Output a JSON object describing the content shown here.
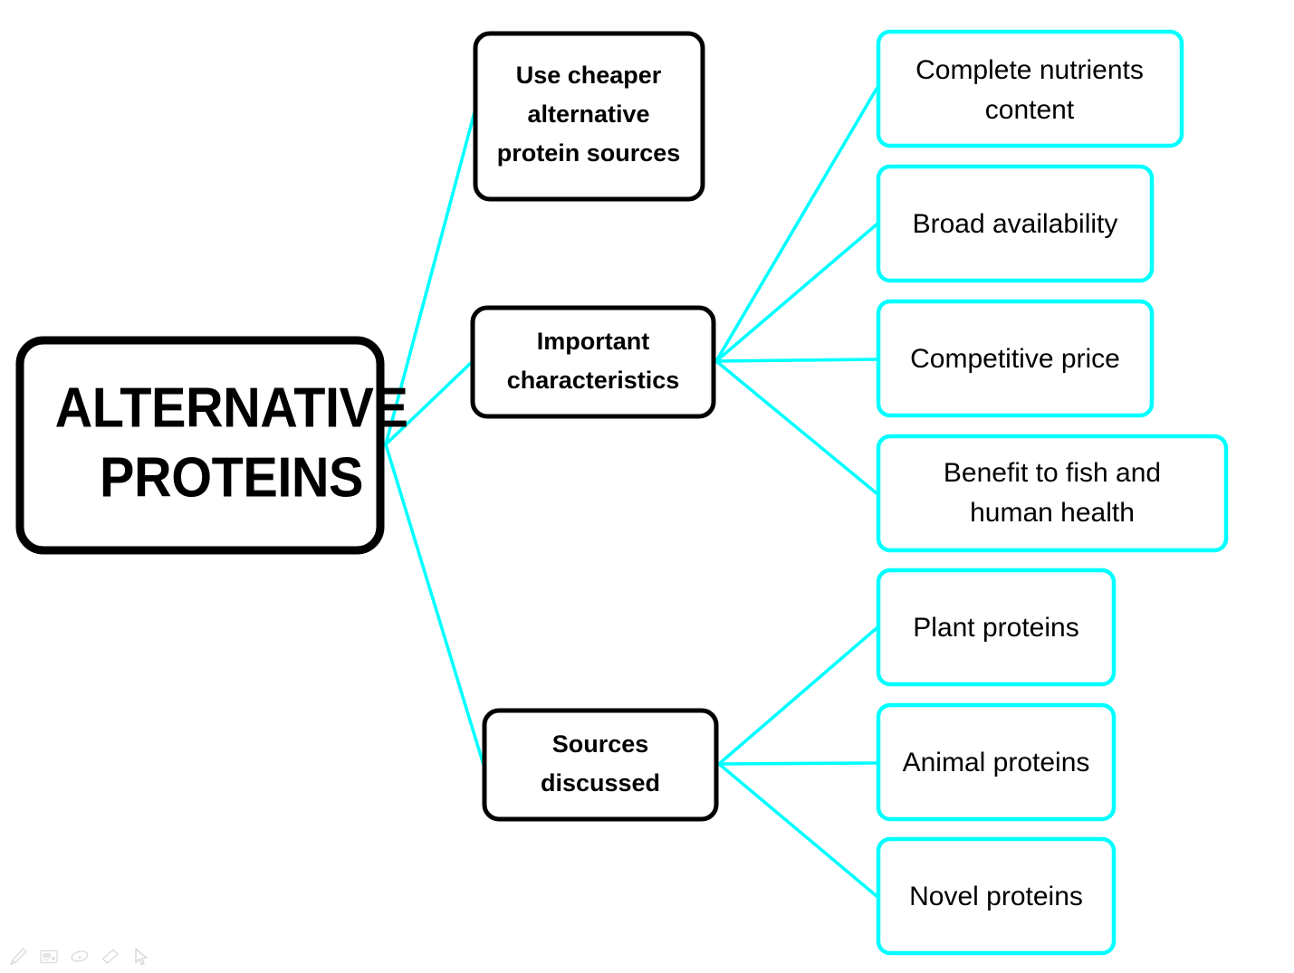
{
  "diagram": {
    "type": "mind-map",
    "background": "#ffffff",
    "accent_color": "#00ffff",
    "border_color": "#000000",
    "central": {
      "label_line1": "ALTERNATIVE",
      "label_line2": "PROTEINS"
    },
    "branches": [
      {
        "id": "use-cheaper-alternative-protein-sources",
        "lines": [
          "Use cheaper",
          "alternative",
          "protein sources"
        ],
        "children": []
      },
      {
        "id": "important-characteristics",
        "lines": [
          "Important",
          "characteristics"
        ],
        "children": [
          {
            "id": "complete-nutrients-content",
            "lines": [
              "Complete nutrients",
              "content"
            ]
          },
          {
            "id": "broad-availability",
            "lines": [
              "Broad availability"
            ]
          },
          {
            "id": "competitive-price",
            "lines": [
              "Competitive price"
            ]
          },
          {
            "id": "benefit-to-fish-and-human-health",
            "lines": [
              "Benefit to fish and",
              "human health"
            ]
          }
        ]
      },
      {
        "id": "sources-discussed",
        "lines": [
          "Sources",
          "discussed"
        ],
        "children": [
          {
            "id": "plant-proteins",
            "lines": [
              "Plant proteins"
            ]
          },
          {
            "id": "animal-proteins",
            "lines": [
              "Animal proteins"
            ]
          },
          {
            "id": "novel-proteins",
            "lines": [
              "Novel proteins"
            ]
          }
        ]
      }
    ]
  },
  "toolbar": {
    "items": [
      {
        "id": "pen-icon",
        "label": "Pen"
      },
      {
        "id": "highlighter-icon",
        "label": "Highlighter"
      },
      {
        "id": "lasso-icon",
        "label": "Lasso select"
      },
      {
        "id": "eraser-icon",
        "label": "Eraser"
      },
      {
        "id": "cursor-icon",
        "label": "Select"
      }
    ]
  }
}
